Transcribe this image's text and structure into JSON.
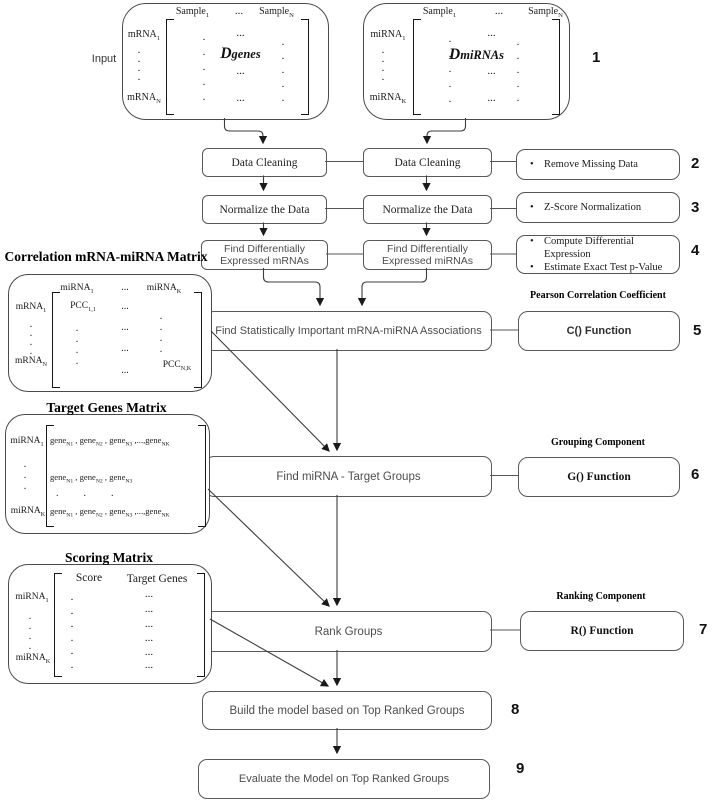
{
  "diagram": {
    "input_label": "Input",
    "step_numbers": {
      "n1": "1",
      "n2": "2",
      "n3": "3",
      "n4": "4",
      "n5": "5",
      "n6": "6",
      "n7": "7",
      "n8": "8",
      "n9": "9"
    },
    "genes_matrix": {
      "col_first": "Sample_{1}",
      "col_ellipsis": "...",
      "col_last": "Sample_{N}",
      "row_first": "mRNA_{1}",
      "row_last": "mRNA_{N}",
      "label_d": "D",
      "label_rest": "genes",
      "row_dots": ". . . .",
      "inner_dots": ". . . . .",
      "hdots": "..."
    },
    "mirnas_matrix": {
      "col_first": "Sample_{1}",
      "col_ellipsis": "...",
      "col_last": "Sample_{N}",
      "row_first": "miRNA_{1}",
      "row_last": "miRNA_{K}",
      "label_d": "D",
      "label_rest": "miRNAs",
      "row_dots": ". . . .",
      "inner_dots": ". . . . .",
      "hdots": "..."
    },
    "flow": {
      "data_cleaning_left": "Data Cleaning",
      "data_cleaning_right": "Data Cleaning",
      "normalize_left": "Normalize the Data",
      "normalize_right": "Normalize the Data",
      "find_de_mrnas": "Find Differentially Expressed mRNAs",
      "find_de_mirnas": "Find Differentially Expressed miRNAs",
      "find_assoc": "Find Statistically Important mRNA-miRNA Associations",
      "find_groups": "Find miRNA - Target Groups",
      "rank_groups": "Rank Groups",
      "build_model": "Build the model based on Top Ranked Groups",
      "evaluate_model": "Evaluate the Model on Top Ranked Groups"
    },
    "side": {
      "remove_missing": "Remove Missing Data",
      "zscore": "Z-Score Normalization",
      "compute_de": "Compute Differential Expression",
      "estimate_p": "Estimate Exact Test p-Value",
      "pearson_label": "Pearson Correlation Coefficient",
      "c_func": "C() Function",
      "grouping_label": "Grouping Component",
      "g_func": "G() Function",
      "ranking_label": "Ranking Component",
      "r_func": "R() Function"
    },
    "correlation_matrix": {
      "title": "Correlation mRNA-miRNA Matrix",
      "col_first": "miRNA_{1}",
      "col_ellipsis": "...",
      "col_last": "miRNA_{K}",
      "row_first": "mRNA_{1}",
      "row_last": "mRNA_{N}",
      "cell_first": "PCC_{1,1}",
      "cell_last": "PCC_{N,K}",
      "hdots": "...",
      "row_dots": ". . . .",
      "col_dots": ". . . ."
    },
    "target_matrix": {
      "title": "Target Genes Matrix",
      "row_first": "miRNA_{1}",
      "row_last": "miRNA_{K}",
      "line1": "gene_{N1} , gene_{N2} , gene_{N3} ,...,gene_{NK}",
      "line2": "gene_{N1} , gene_{N2} , gene_{N3}",
      "line3": ".          .          .",
      "line4": "gene_{N1} , gene_{N2} , gene_{N3} ,...,gene_{NK}",
      "row_dots": ". . ."
    },
    "scoring_matrix": {
      "title": "Scoring Matrix",
      "col_score": "Score",
      "col_target": "Target Genes",
      "row_first": "miRNA_{1}",
      "row_last": "miRNA_{K}",
      "row_dots": ". . . .",
      "score_dots": ". . . . . .",
      "hdots": "..."
    }
  }
}
